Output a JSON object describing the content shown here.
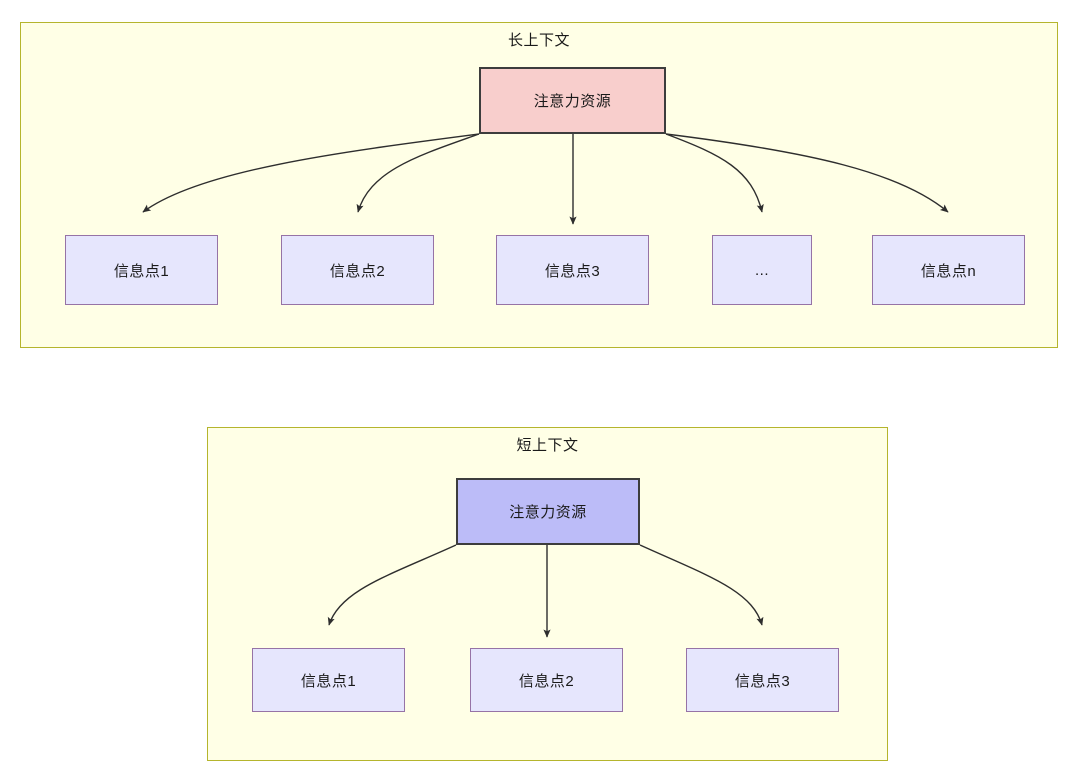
{
  "diagram": {
    "type": "flowchart",
    "sections": [
      {
        "id": "long-context",
        "title": "长上下文",
        "root": {
          "label": "注意力资源",
          "fill": "#f8cecc",
          "stroke": "#3d3d3d"
        },
        "children": [
          {
            "label": "信息点1"
          },
          {
            "label": "信息点2"
          },
          {
            "label": "信息点3"
          },
          {
            "label": "..."
          },
          {
            "label": "信息点n"
          }
        ]
      },
      {
        "id": "short-context",
        "title": "短上下文",
        "root": {
          "label": "注意力资源",
          "fill": "#bcbcf8",
          "stroke": "#3d3d3d"
        },
        "children": [
          {
            "label": "信息点1"
          },
          {
            "label": "信息点2"
          },
          {
            "label": "信息点3"
          }
        ]
      }
    ],
    "colors": {
      "container_fill": "#ffffe6",
      "container_stroke": "#b5b52d",
      "info_fill": "#e6e6fd",
      "info_stroke": "#9673a6",
      "attention_long_fill": "#f8cecc",
      "attention_short_fill": "#bcbcf8",
      "node_stroke": "#3d3d3d",
      "edge_color": "#2e2e2e",
      "text_color": "#1a1a1a",
      "page_background": "#ffffff"
    }
  }
}
